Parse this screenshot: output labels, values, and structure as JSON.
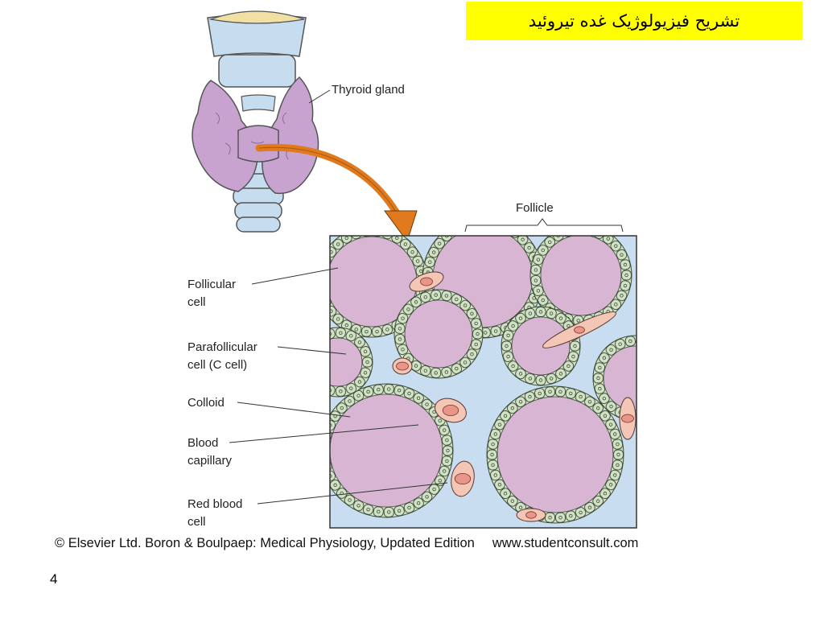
{
  "slide": {
    "title": "تشریح فیزیولوژیک غده تیروئید",
    "page_number": "4"
  },
  "figure": {
    "labels": {
      "thyroid_gland": "Thyroid gland",
      "follicle": "Follicle",
      "follicular_cell_1": "Follicular",
      "follicular_cell_2": "cell",
      "parafollicular_1": "Parafollicular",
      "parafollicular_2": "cell  (C cell)",
      "colloid": "Colloid",
      "blood_capillary_1": "Blood",
      "blood_capillary_2": "capillary",
      "red_blood_cell_1": "Red blood",
      "red_blood_cell_2": "cell"
    },
    "caption": "© Elsevier Ltd. Boron & Boulpaep: Medical Physiology, Updated Edition",
    "caption_url": "www.studentconsult.com"
  },
  "colors": {
    "title_bg": "#ffff00",
    "gland": "#c9a3cf",
    "trachea": "#c6dcef",
    "colloid": "#d8b6d3",
    "interstitium": "#c8ddf0",
    "cell": "#d0e2c3",
    "capillary": "#f3c6b6",
    "rbc": "#e8968a",
    "arrow": "#e07a1c"
  }
}
